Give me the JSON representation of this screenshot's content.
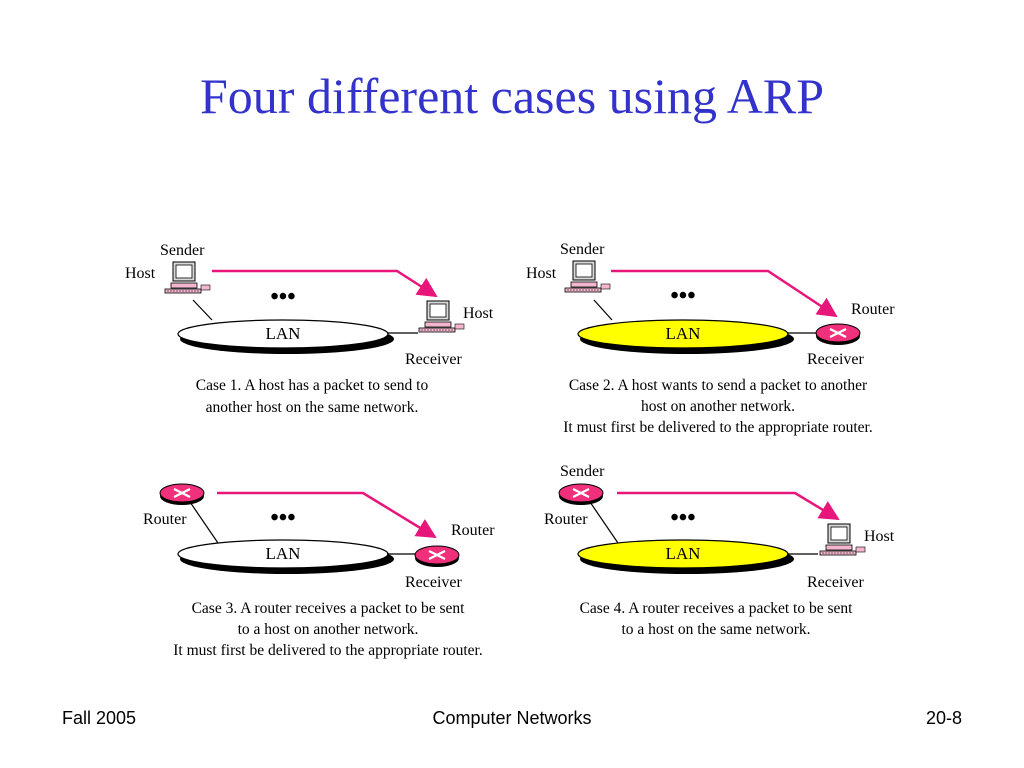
{
  "slide": {
    "title": "Four different cases using ARP"
  },
  "labels": {
    "sender": "Sender",
    "host": "Host",
    "router": "Router",
    "receiver": "Receiver",
    "lan": "LAN",
    "dots": "•••"
  },
  "cases": [
    {
      "caption": [
        "Case 1.  A host has a packet to send to",
        "another host on the same network."
      ]
    },
    {
      "caption": [
        "Case 2. A host wants to send a packet to another",
        "host on another network.",
        "It must first be delivered to the appropriate router."
      ]
    },
    {
      "caption": [
        "Case 3. A router receives a packet  to be sent",
        "to a host on another network.",
        "It must first be delivered to the appropriate  router."
      ]
    },
    {
      "caption": [
        "Case 4.  A router receives a packet  to be sent",
        "to a host on the same network."
      ]
    }
  ],
  "footer": {
    "left": "Fall 2005",
    "center": "Computer Networks",
    "right": "20-8"
  },
  "colors": {
    "title": "#3333cc",
    "arrow": "#e8157a",
    "lan_plain": "#ffffff",
    "lan_highlight": "#ffff00",
    "router": "#f0307a"
  },
  "icons": [
    "computer-host-icon",
    "router-icon",
    "arrow-icon"
  ]
}
